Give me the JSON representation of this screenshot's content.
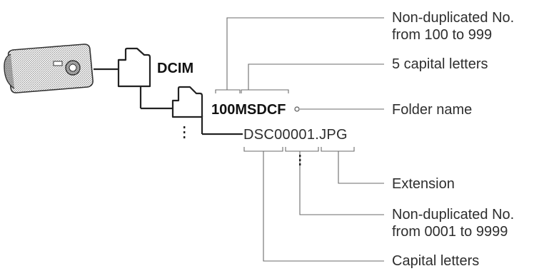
{
  "folders": {
    "root": "DCIM",
    "sub": "100MSDCF"
  },
  "file_name": "DSC00001.JPG",
  "annotations": {
    "folder_number": "Non-duplicated No.\nfrom 100 to 999",
    "folder_letters": "5 capital letters",
    "folder_name": "Folder name",
    "extension": "Extension",
    "file_number": "Non-duplicated No.\nfrom 0001 to 9999",
    "file_letters": "Capital letters"
  }
}
